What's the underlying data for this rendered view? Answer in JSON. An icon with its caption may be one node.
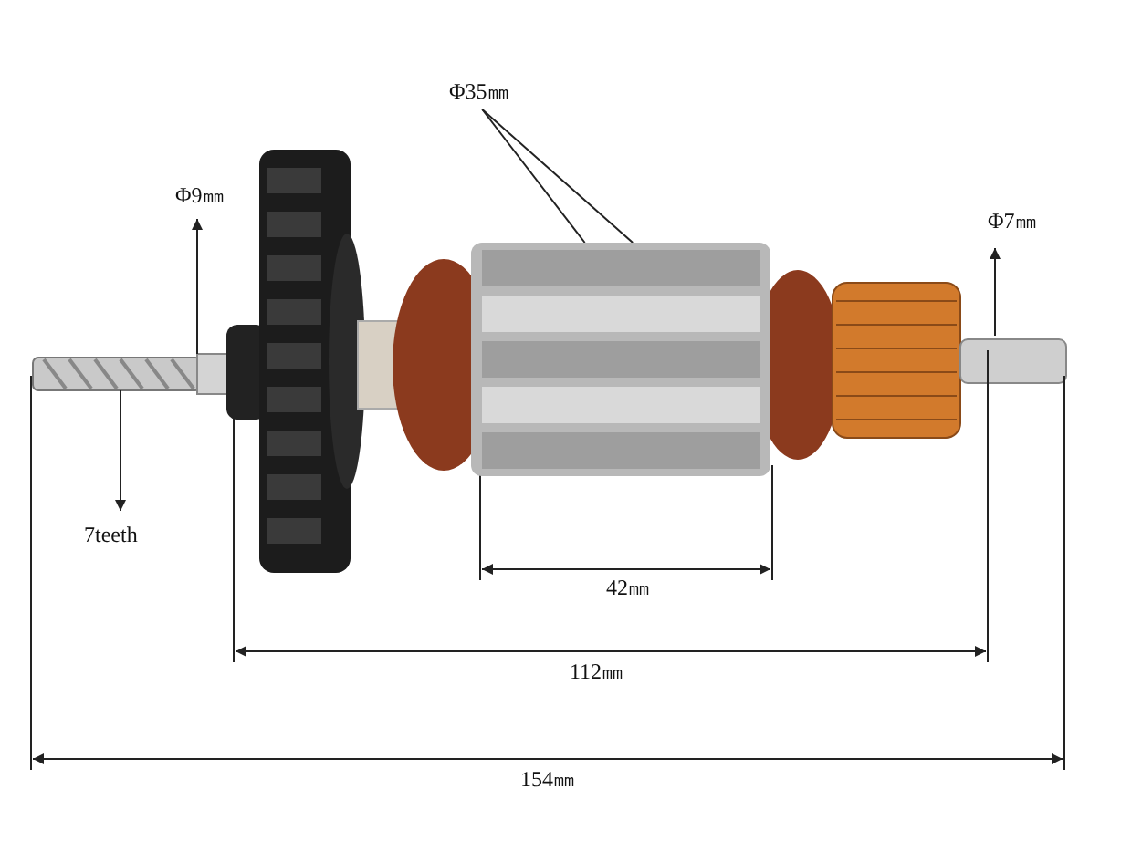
{
  "diagram": {
    "nodes": [
      {
        "text": [
          "Φ35㎜"
        ]
      },
      {
        "text": [],
        "shape": "picture"
      }
    ],
    "edges": [
      {
        "from": 0,
        "to": 1,
        "arrow": "none"
      },
      {
        "from": 0,
        "to": 1,
        "arrow": "none"
      }
    ],
    "labels": [
      "Φ9㎜",
      "Φ7㎜",
      "7teeth",
      "42㎜",
      "112㎜",
      "154㎜"
    ]
  }
}
